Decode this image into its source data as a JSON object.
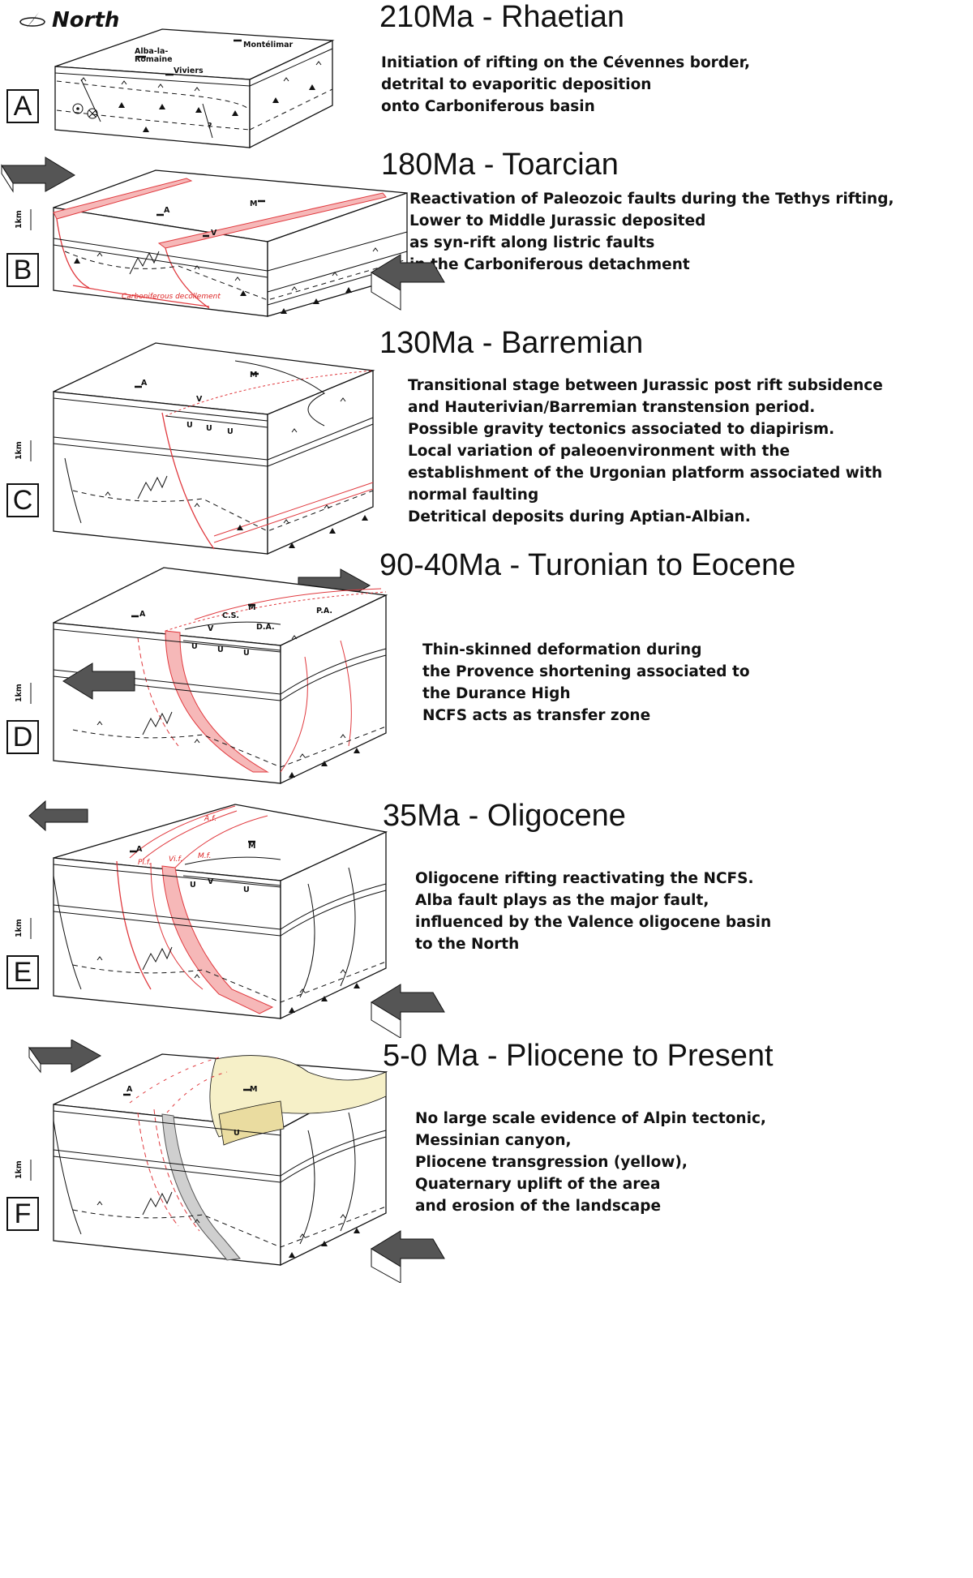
{
  "compass": {
    "label": "North",
    "icon": "north-arrow-icon"
  },
  "scale_label": "1km",
  "colors": {
    "fault_red": "#e0393e",
    "fault_fill": "#f6b8b8",
    "pliocene_yellow": "#f6f0c8",
    "arrow_gray": "#555555",
    "canyon_gray": "#cfcfcf"
  },
  "panels": [
    {
      "letter": "A",
      "title": "210Ma - Rhaetian",
      "description": [
        "Initiation of rifting on the Cévennes border,",
        "detrital to evaporitic deposition",
        "onto Carboniferous basin"
      ],
      "places": [
        "Alba-la-",
        "Romaine",
        "Viviers",
        "Montélimar"
      ],
      "marks": [
        "?"
      ]
    },
    {
      "letter": "B",
      "title": "180Ma - Toarcian",
      "description": [
        "Reactivation of Paleozoic faults during the Tethys rifting,",
        "Lower to Middle Jurassic deposited",
        "as syn-rift along listric faults",
        "in the Carboniferous detachment"
      ],
      "places": [
        "A",
        "M",
        "V"
      ],
      "marks": [
        "Carboniferous decollement"
      ]
    },
    {
      "letter": "C",
      "title": "130Ma - Barremian",
      "description": [
        "Transitional stage between Jurassic post rift subsidence",
        "and Hauterivian/Barremian transtension period.",
        "Possible gravity tectonics associated to diapirism.",
        "Local variation of paleoenvironment with the",
        "establishment of the Urgonian platform associated with",
        "normal faulting",
        "Detritical deposits during Aptian-Albian."
      ],
      "places": [
        "A",
        "M",
        "V"
      ],
      "marks": [
        "U"
      ]
    },
    {
      "letter": "D",
      "title": "90-40Ma - Turonian to Eocene",
      "description": [
        "Thin-skinned deformation during",
        "the Provence shortening associated to",
        "the Durance High",
        "NCFS acts as transfer zone"
      ],
      "places": [
        "A",
        "M",
        "V"
      ],
      "marks": [
        "C.S.",
        "P.A.",
        "D.A.",
        "U"
      ]
    },
    {
      "letter": "E",
      "title": "35Ma - Oligocene",
      "description": [
        "Oligocene rifting reactivating the NCFS.",
        "Alba fault plays as the major fault,",
        "influenced by the Valence oligocene basin",
        "to the North"
      ],
      "places": [
        "A",
        "M",
        "V"
      ],
      "marks": [
        "A.f.",
        "Pl.f.",
        "Vi.f.",
        "M.f.",
        "U"
      ]
    },
    {
      "letter": "F",
      "title": "5-0 Ma - Pliocene to Present",
      "description": [
        "No large scale evidence of Alpin tectonic,",
        "Messinian canyon,",
        "Pliocene transgression (yellow),",
        "Quaternary uplift of the area",
        "and erosion of the landscape"
      ],
      "places": [
        "A",
        "M"
      ],
      "marks": [
        "U"
      ]
    }
  ]
}
